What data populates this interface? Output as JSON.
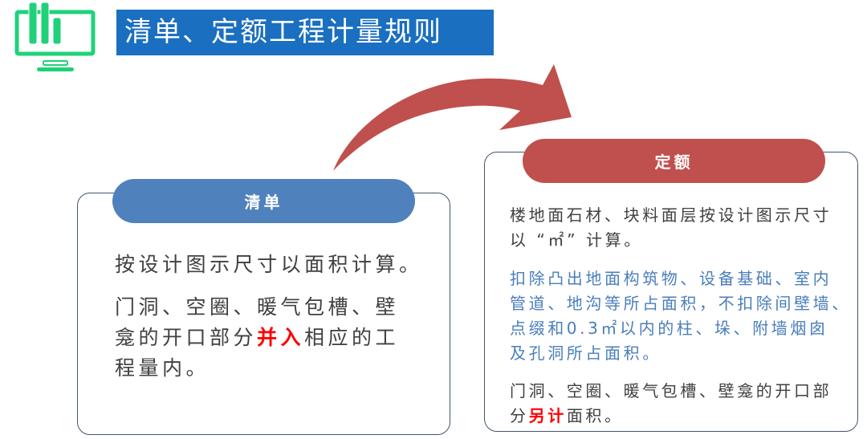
{
  "header": {
    "title": "清单、定额工程计量规则",
    "title_bg_color": "#1a6fc0",
    "logo_icon": "monitor-bar-chart-icon",
    "logo_color": "#1FD27A"
  },
  "arrow": {
    "icon": "curved-arrow-right-icon",
    "color": "#C0504D",
    "direction": "from 清单 to 定额"
  },
  "left_card": {
    "title": "清单",
    "title_color": "#4F81BD",
    "paragraph1": {
      "lines": [
        "按设计图示尺寸以面积计算。"
      ]
    },
    "paragraph2": {
      "line1": "门洞、空圈、暖气包槽、壁",
      "line2_before": "龛的开口部分",
      "line2_highlight": "并入",
      "line2_after": "相应的工",
      "line3": "程量内。"
    }
  },
  "right_card": {
    "title": "定额",
    "title_color": "#C0504D",
    "paragraph1": {
      "lines": [
        "楼地面石材、块料面层按设计图示尺寸",
        "以 “㎡” 计算。"
      ]
    },
    "paragraph2": {
      "color": "#4A7EBB",
      "lines": [
        "扣除凸出地面构筑物、设备基础、室内",
        "管道、地沟等所占面积，不扣除间壁墙、",
        "点缀和0.3㎡以内的柱、垛、附墙烟囱",
        "及孔洞所占面积。"
      ]
    },
    "paragraph3": {
      "line1": "门洞、空圈、暖气包槽、壁龛的开口部",
      "line2_before": "分",
      "line2_highlight": "另计",
      "line2_after": "面积。"
    }
  },
  "highlight_color": "#FF0000"
}
